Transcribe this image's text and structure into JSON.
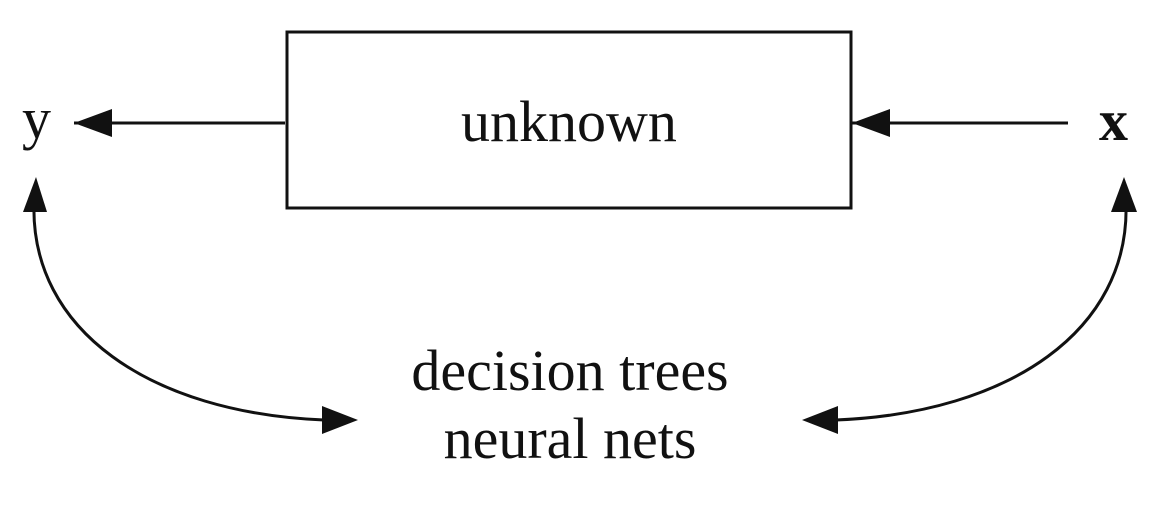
{
  "box": {
    "label": "unknown"
  },
  "variables": {
    "output": "y",
    "input": "x"
  },
  "methods": [
    "decision trees",
    "neural nets"
  ]
}
